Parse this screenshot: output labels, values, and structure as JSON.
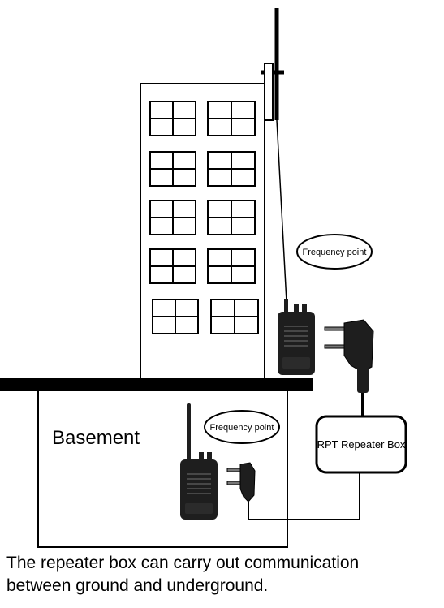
{
  "labels": {
    "frequency_point_top": "Frequency point",
    "frequency_point_basement": "Frequency point",
    "basement": "Basement",
    "repeater_box": "RPT Repeater Box"
  },
  "caption": {
    "line1": "The repeater box can carry out communication",
    "line2": "between ground and underground."
  },
  "colors": {
    "stroke": "#000000",
    "background": "#ffffff",
    "radio_body": "#1e1e1e",
    "radio_detail": "#555555"
  }
}
